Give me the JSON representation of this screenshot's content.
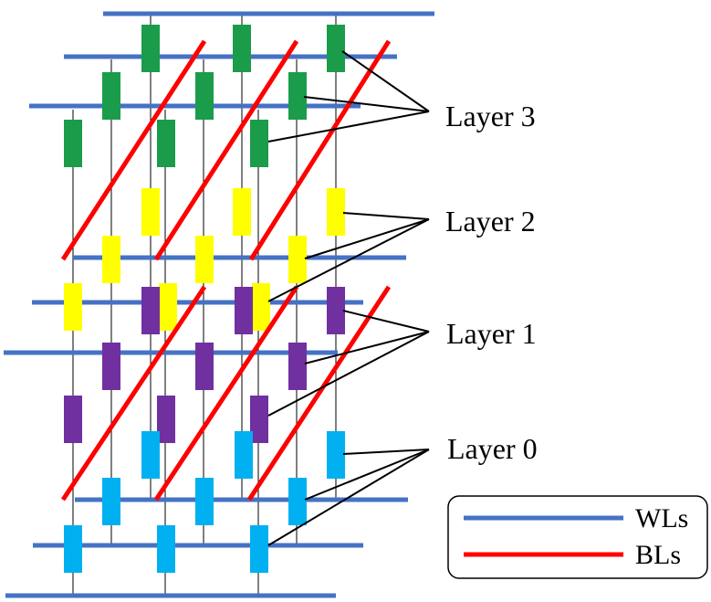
{
  "layers": [
    {
      "label": "Layer 3",
      "color": "#1a9c4b"
    },
    {
      "label": "Layer 2",
      "color": "#ffff00"
    },
    {
      "label": "Layer 1",
      "color": "#7030a0"
    },
    {
      "label": "Layer 0",
      "color": "#00b0f0"
    }
  ],
  "legend": {
    "items": [
      {
        "label": "WLs",
        "color": "#4472c4"
      },
      {
        "label": "BLs",
        "color": "#ff0000"
      }
    ]
  },
  "colors": {
    "wordline": "#4472c4",
    "bitline": "#ff0000",
    "pillar": "#000000",
    "pointer": "#000000"
  }
}
